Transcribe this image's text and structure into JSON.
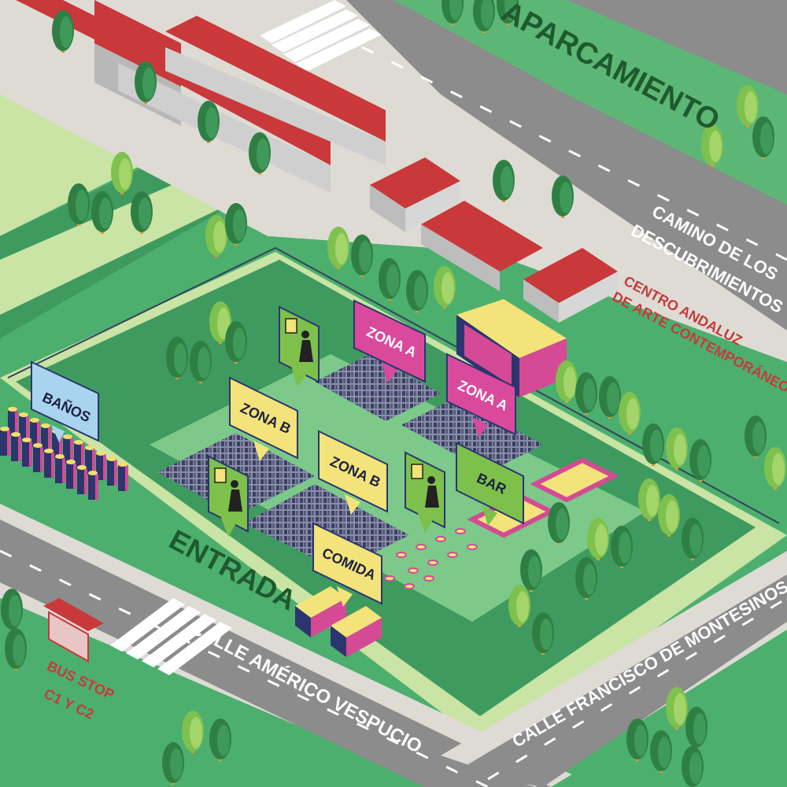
{
  "streets": {
    "camino": {
      "line1": "CAMINO DE LOS",
      "line2": "DESCUBRIMIENTOS"
    },
    "americo": "CALLE AMÉRICO VESPUCIO",
    "francisco": "CALLE FRANCISCO DE MONTESINOS"
  },
  "places": {
    "parking": "APARCAMIENTO",
    "museum": {
      "line1": "CENTRO ANDALUZ",
      "line2": "DE ARTE CONTEMPORÁNEO"
    },
    "entrance": "ENTRADA",
    "bus_stop": {
      "line1": "BUS STOP",
      "line2": "C1 Y C2"
    }
  },
  "signs": {
    "banos": "BAÑOS",
    "zona_a1": "ZONA A",
    "zona_a2": "ZONA A",
    "zona_b1": "ZONA B",
    "zona_b2": "ZONA B",
    "bar": "BAR",
    "comida": "COMIDA"
  },
  "icons": [
    "beer-person-icon",
    "tree-icon",
    "toilet-icon",
    "food-truck-icon",
    "bus-shelter-icon"
  ],
  "colors": {
    "grass_dark": "#3f9a5f",
    "grass_mid": "#5cb777",
    "grass_light": "#c9e4a4",
    "road": "#8c8c8c",
    "sidewalk": "#dedbd5",
    "roof": "#c9383a",
    "zona_a": "#d94a9c",
    "zona_b": "#f3e37a",
    "bar": "#7dc14c",
    "banos": "#a9d4f0",
    "street_text": "#ffffff",
    "place_text": "#1f5a2e",
    "red_text": "#c43b3b"
  }
}
